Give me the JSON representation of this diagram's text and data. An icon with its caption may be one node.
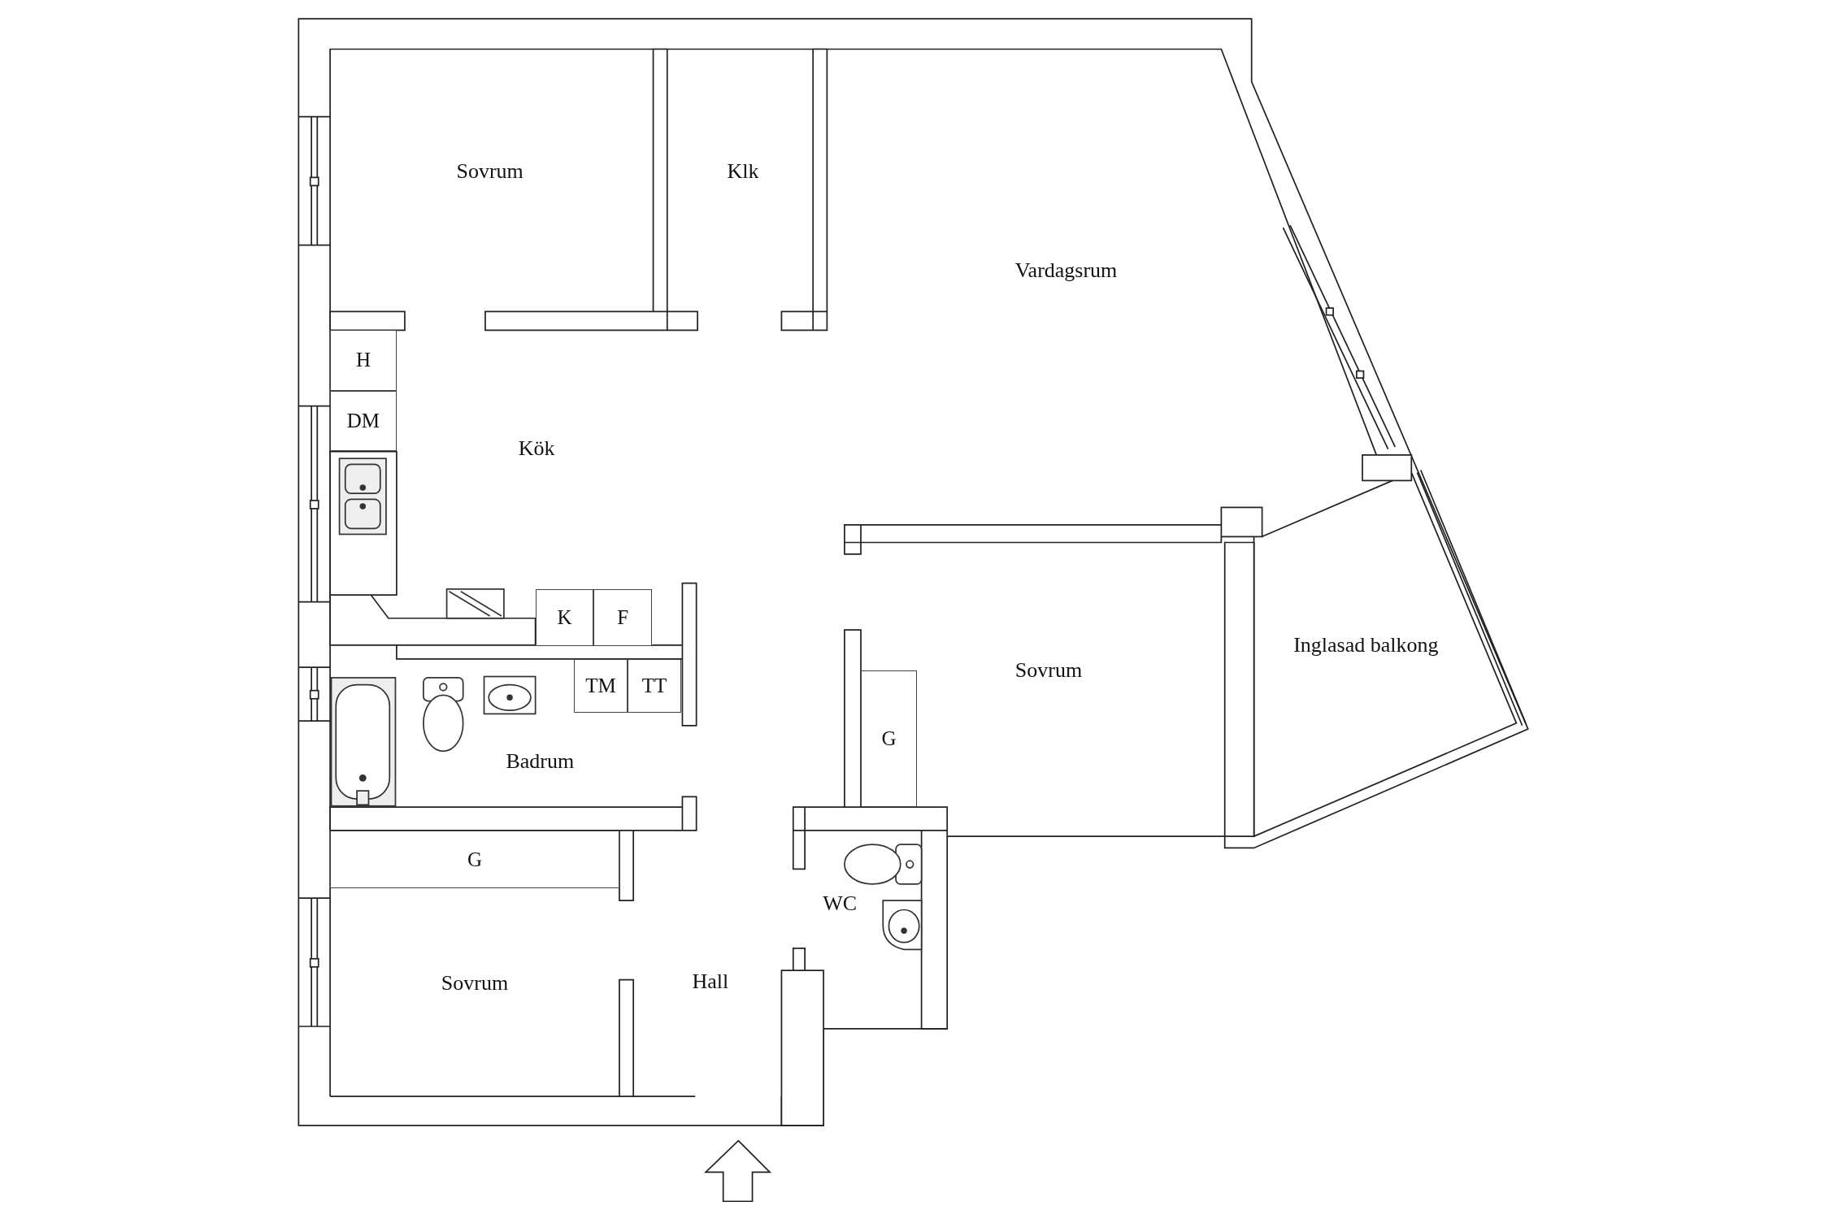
{
  "diagram": {
    "nodes": [
      {
        "text": [
          "H"
        ]
      },
      {
        "text": [
          "DM"
        ]
      },
      {
        "text": [
          "K"
        ]
      },
      {
        "text": [
          "F"
        ]
      },
      {
        "text": [
          "TM"
        ]
      },
      {
        "text": [
          "TT"
        ]
      },
      {
        "text": [
          "G"
        ]
      },
      {
        "text": [
          "G"
        ]
      }
    ],
    "labels": [
      "Sovrum",
      "Klk",
      "Vardagsrum",
      "Kök",
      "Inglasad balkong",
      "Sovrum",
      "Badrum",
      "WC",
      "Hall",
      "Sovrum"
    ]
  }
}
